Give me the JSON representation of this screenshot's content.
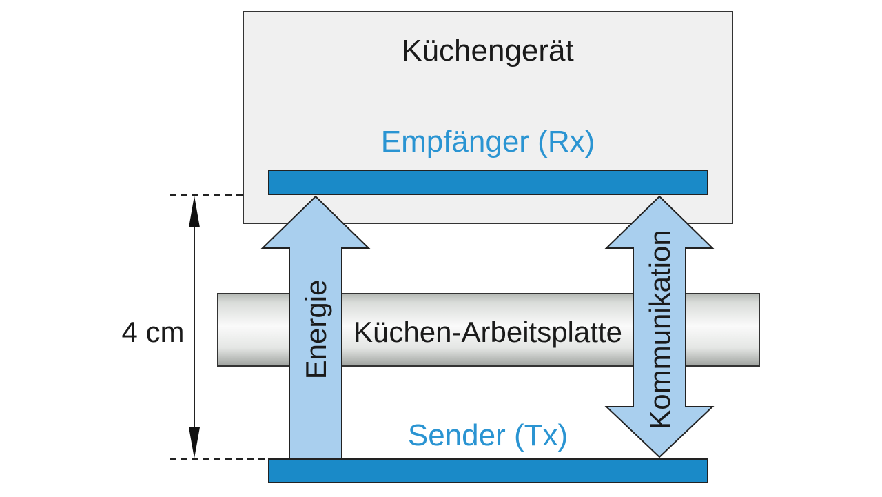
{
  "appliance": {
    "label": "Küchengerät"
  },
  "receiver": {
    "label": "Empfänger (Rx)"
  },
  "countertop": {
    "label": "Küchen-Arbeitsplatte"
  },
  "transmitter": {
    "label": "Sender (Tx)"
  },
  "energy_arrow": {
    "label": "Energie"
  },
  "communication_arrow": {
    "label": "Kommunikation"
  },
  "distance": {
    "label": "4 cm"
  },
  "colors": {
    "coil_blue": "#1a8ac8",
    "arrow_fill": "#a9cfee",
    "label_blue": "#2a94d2",
    "appliance_fill": "#f0f0f0",
    "outline": "#333333"
  }
}
